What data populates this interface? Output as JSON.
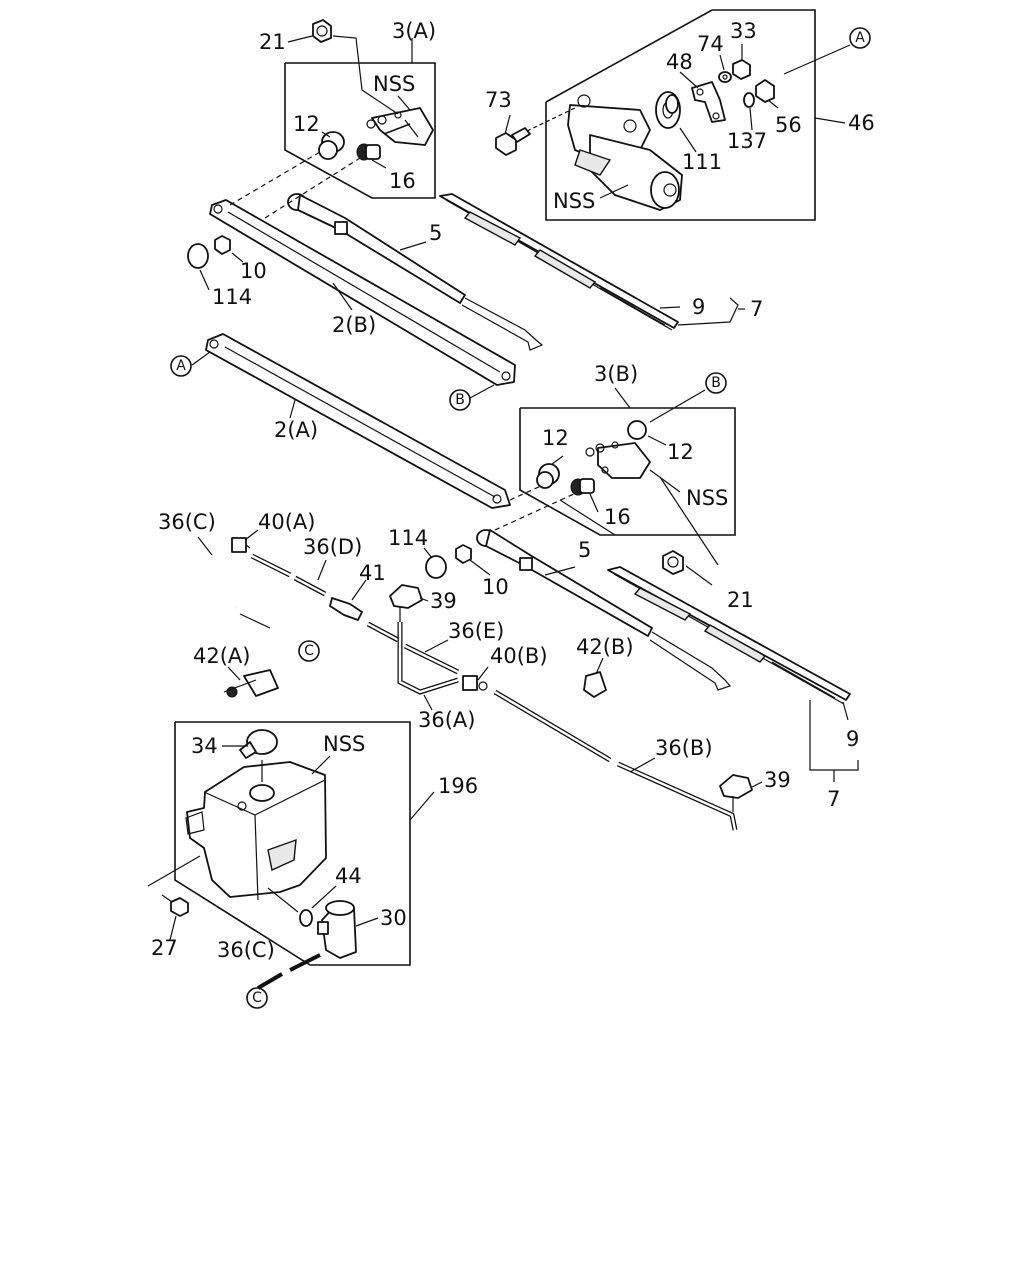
{
  "labels": {
    "l21_top": "21",
    "l3a": "3(A)",
    "nss_top": "NSS",
    "l12_top": "12",
    "l16_top": "16",
    "l73": "73",
    "l48": "48",
    "l74": "74",
    "l33": "33",
    "l56": "56",
    "l46": "46",
    "l137": "137",
    "l111": "111",
    "nss_motor": "NSS",
    "l5_top": "5",
    "l10_top": "10",
    "l114_top": "114",
    "l2b": "2(B)",
    "l9_top": "9",
    "l7_top": "7",
    "l2a": "2(A)",
    "l3b": "3(B)",
    "l12_mid_a": "12",
    "l12_mid_b": "12",
    "nss_mid": "NSS",
    "l16_mid": "16",
    "l36c_top": "36(C)",
    "l40a": "40(A)",
    "l36d": "36(D)",
    "l114_mid": "114",
    "l41": "41",
    "l39_mid": "39",
    "l10_mid": "10",
    "l5_mid": "5",
    "l21_mid": "21",
    "l36e": "36(E)",
    "l42a": "42(A)",
    "l40b": "40(B)",
    "l42b": "42(B)",
    "l36a": "36(A)",
    "l9_bot": "9",
    "l34": "34",
    "nss_tank": "NSS",
    "l36b": "36(B)",
    "l39_bot": "39",
    "l7_bot": "7",
    "l196": "196",
    "l44": "44",
    "l30": "30",
    "l27": "27",
    "l36c_bot": "36(C)"
  },
  "markers": {
    "a": "A",
    "b": "B",
    "c": "C"
  }
}
